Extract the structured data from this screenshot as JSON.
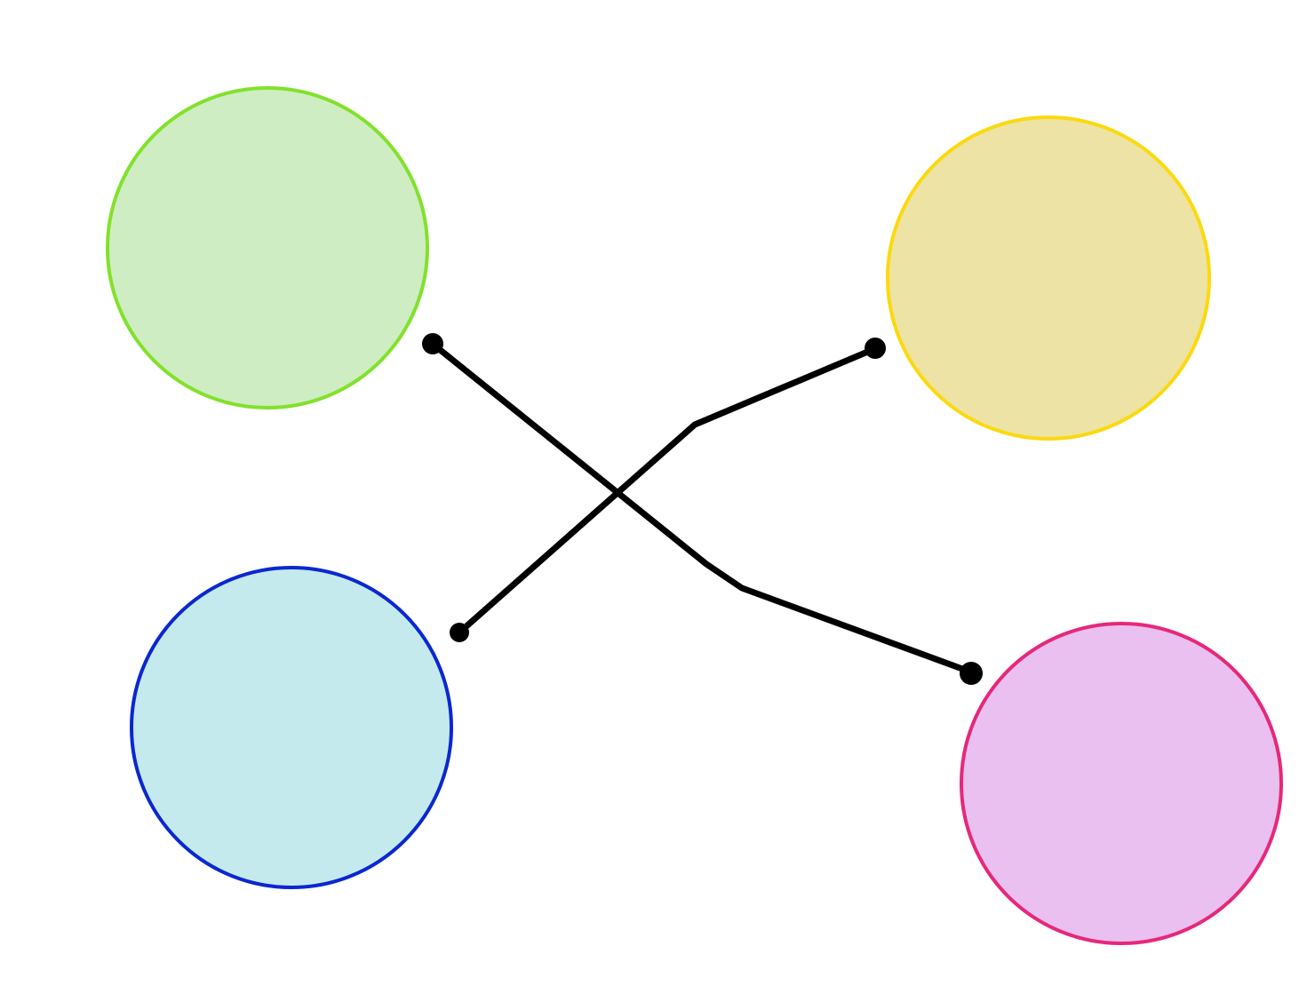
{
  "diagram": {
    "background": "#ffffff",
    "nodes": [
      {
        "id": "green",
        "fill": "#cfedc3",
        "stroke": "#82e12c"
      },
      {
        "id": "yellow",
        "fill": "#ede3a5",
        "stroke": "#fbd90e"
      },
      {
        "id": "blue",
        "fill": "#c4eaed",
        "stroke": "#0b27d0"
      },
      {
        "id": "pink",
        "fill": "#e9c0f0",
        "stroke": "#e6287a"
      }
    ],
    "connectors": [
      {
        "id": "green-to-pink",
        "from": "green",
        "to": "pink",
        "color": "#000000"
      },
      {
        "id": "blue-to-yellow",
        "from": "blue",
        "to": "yellow",
        "color": "#000000"
      }
    ]
  }
}
